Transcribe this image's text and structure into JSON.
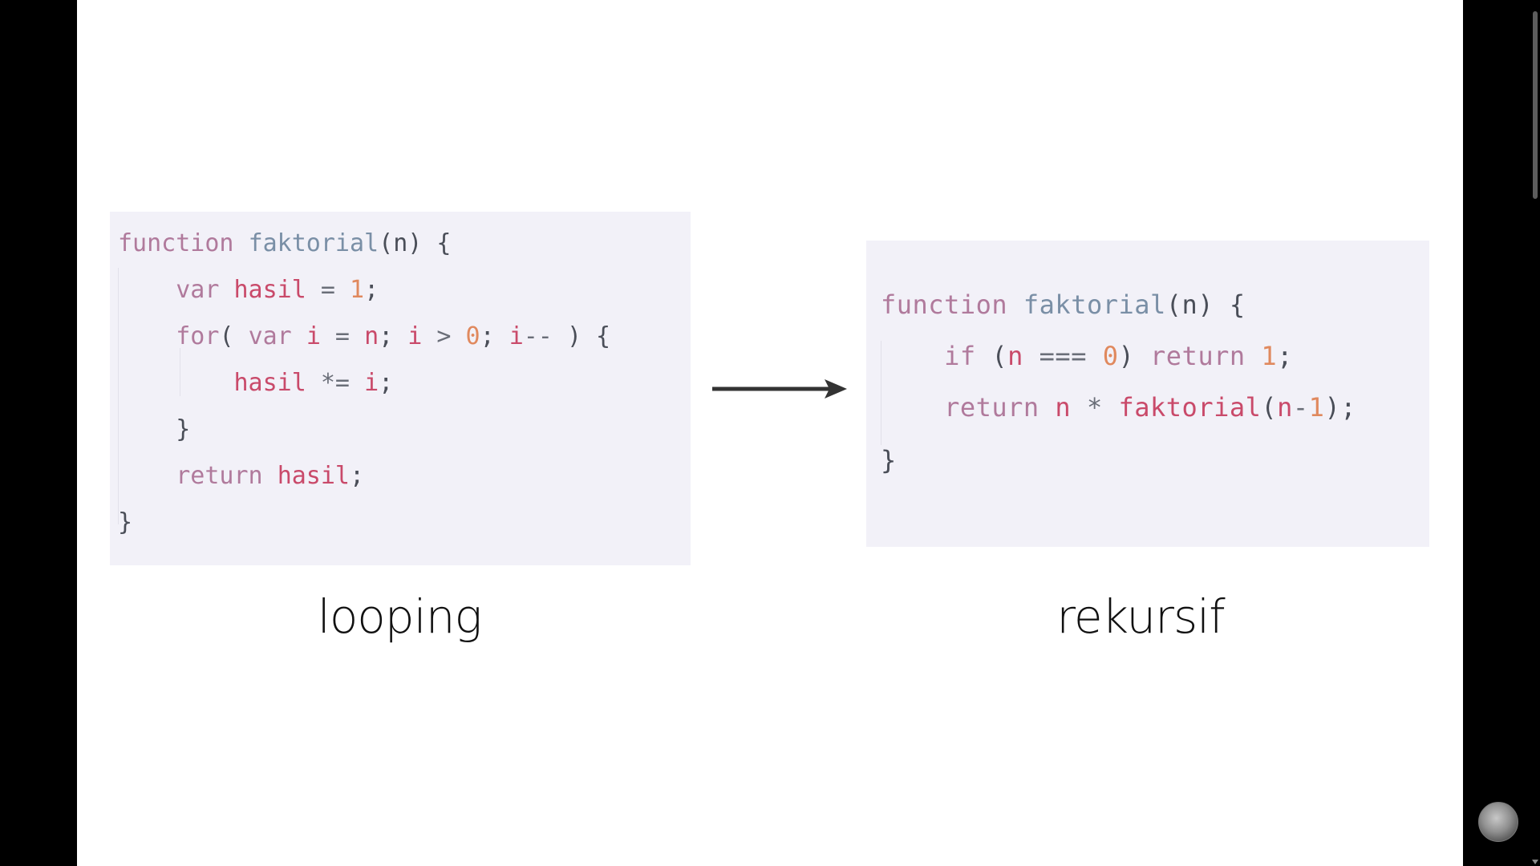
{
  "slide": {
    "left_code": {
      "lines": [
        [
          {
            "t": "function",
            "c": "kw"
          },
          {
            "t": " "
          },
          {
            "t": "faktorial",
            "c": "fn"
          },
          {
            "t": "(",
            "c": "punc"
          },
          {
            "t": "n",
            "c": "punc"
          },
          {
            "t": ") {",
            "c": "punc"
          }
        ],
        [
          {
            "t": "    "
          },
          {
            "t": "var",
            "c": "kw"
          },
          {
            "t": " "
          },
          {
            "t": "hasil",
            "c": "var"
          },
          {
            "t": " = ",
            "c": "op"
          },
          {
            "t": "1",
            "c": "num"
          },
          {
            "t": ";",
            "c": "punc"
          }
        ],
        [
          {
            "t": "    "
          },
          {
            "t": "for",
            "c": "kw"
          },
          {
            "t": "( ",
            "c": "punc"
          },
          {
            "t": "var",
            "c": "kw"
          },
          {
            "t": " "
          },
          {
            "t": "i",
            "c": "var"
          },
          {
            "t": " = ",
            "c": "op"
          },
          {
            "t": "n",
            "c": "var"
          },
          {
            "t": "; ",
            "c": "punc"
          },
          {
            "t": "i",
            "c": "var"
          },
          {
            "t": " > ",
            "c": "op"
          },
          {
            "t": "0",
            "c": "num"
          },
          {
            "t": "; ",
            "c": "punc"
          },
          {
            "t": "i",
            "c": "var"
          },
          {
            "t": "-- ",
            "c": "op"
          },
          {
            "t": ") {",
            "c": "punc"
          }
        ],
        [
          {
            "t": "        "
          },
          {
            "t": "hasil",
            "c": "var"
          },
          {
            "t": " *= ",
            "c": "op"
          },
          {
            "t": "i",
            "c": "var"
          },
          {
            "t": ";",
            "c": "punc"
          }
        ],
        [
          {
            "t": "    "
          },
          {
            "t": "}",
            "c": "punc"
          }
        ],
        [
          {
            "t": "    "
          },
          {
            "t": "return",
            "c": "kw"
          },
          {
            "t": " "
          },
          {
            "t": "hasil",
            "c": "var"
          },
          {
            "t": ";",
            "c": "punc"
          }
        ],
        [
          {
            "t": "}",
            "c": "punc"
          }
        ]
      ]
    },
    "right_code": {
      "lines": [
        [
          {
            "t": "function",
            "c": "kw"
          },
          {
            "t": " "
          },
          {
            "t": "faktorial",
            "c": "fn"
          },
          {
            "t": "(",
            "c": "punc"
          },
          {
            "t": "n",
            "c": "punc"
          },
          {
            "t": ") {",
            "c": "punc"
          }
        ],
        [
          {
            "t": "    "
          },
          {
            "t": "if",
            "c": "kw"
          },
          {
            "t": " (",
            "c": "punc"
          },
          {
            "t": "n",
            "c": "var"
          },
          {
            "t": " === ",
            "c": "op"
          },
          {
            "t": "0",
            "c": "num"
          },
          {
            "t": ") ",
            "c": "punc"
          },
          {
            "t": "return",
            "c": "kw"
          },
          {
            "t": " "
          },
          {
            "t": "1",
            "c": "num"
          },
          {
            "t": ";",
            "c": "punc"
          }
        ],
        [
          {
            "t": "    "
          },
          {
            "t": "return",
            "c": "kw"
          },
          {
            "t": " "
          },
          {
            "t": "n",
            "c": "var"
          },
          {
            "t": " * ",
            "c": "op"
          },
          {
            "t": "faktorial",
            "c": "var"
          },
          {
            "t": "(",
            "c": "punc"
          },
          {
            "t": "n",
            "c": "var"
          },
          {
            "t": "-",
            "c": "op"
          },
          {
            "t": "1",
            "c": "num"
          },
          {
            "t": ");",
            "c": "punc"
          }
        ],
        [
          {
            "t": "}",
            "c": "punc"
          }
        ]
      ]
    },
    "left_caption": "looping",
    "right_caption": "rekursif"
  },
  "colors": {
    "keyword": "#b07a9c",
    "function_name": "#7a8fa6",
    "variable": "#c94a6a",
    "number": "#e0895e",
    "code_background": "#f2f1f8"
  },
  "icons": {
    "arrow": "arrow-right-icon",
    "avatar": "channel-avatar-icon"
  }
}
